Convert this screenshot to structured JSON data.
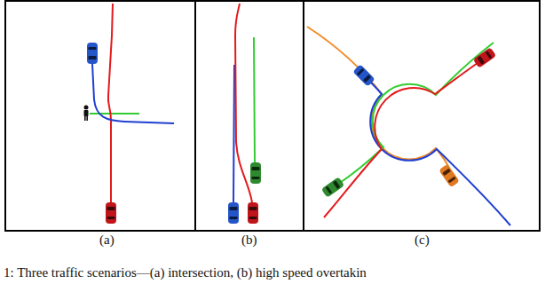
{
  "diagram": {
    "caption": "1: Three traffic scenarios—(a) intersection, (b) high speed overtakin",
    "labels": [
      "(a)",
      "(b)",
      "(c)"
    ]
  }
}
